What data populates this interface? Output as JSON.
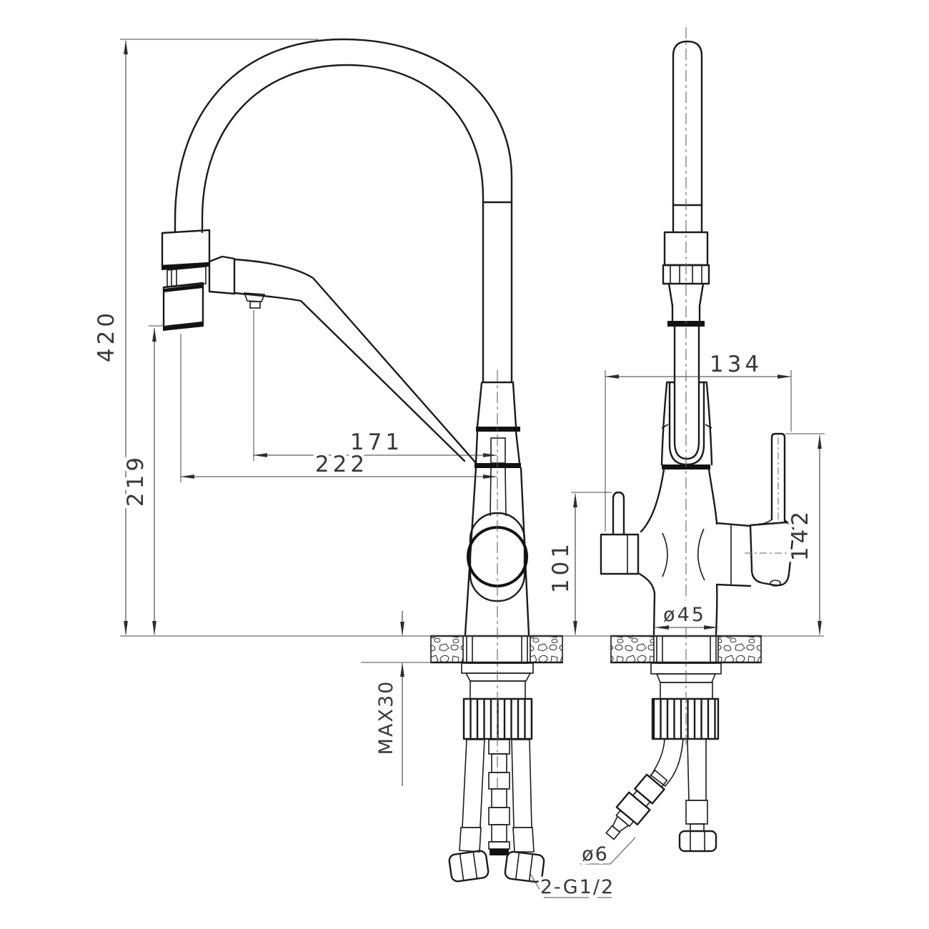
{
  "drawing": {
    "type": "technical-dimension-drawing",
    "subject": "kitchen faucet with pull-down spring spout and filtered water channel, front and side views",
    "background_color": "#ffffff",
    "line_color": "#1b1b1b",
    "dimension_color": "#3a3a3a",
    "views": {
      "front_view": "faucet-front-view",
      "side_view": "faucet-side-view"
    },
    "labels": {
      "height_total": "420",
      "height_spray_outlet": "219",
      "reach_spout": "171",
      "reach_spray": "222",
      "width_top": "134",
      "height_filter_lever": "101",
      "height_handle": "142",
      "base_diameter": "ø45",
      "deck_max_thickness": "MAX30",
      "filter_pipe_diameter": "ø6",
      "hose_thread": "2-G1/2"
    }
  }
}
